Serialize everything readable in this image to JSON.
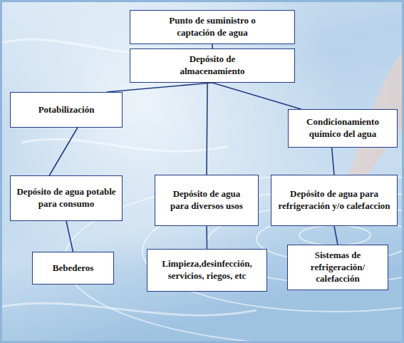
{
  "diagram": {
    "nodes": [
      {
        "text": [
          "Punto de suministro o captación de agua"
        ]
      },
      {
        "text": [
          "Depósito de almacenamiento"
        ]
      },
      {
        "text": [
          "Potabilización"
        ]
      },
      {
        "text": [
          "Condicionamiento químico del agua"
        ]
      },
      {
        "text": [
          "Depósito de agua potable para consumo"
        ]
      },
      {
        "text": [
          "Depósito de agua para diversos usos"
        ]
      },
      {
        "text": [
          "Depósito de agua para refrigeración y/o calefaccion"
        ]
      },
      {
        "text": [
          "Bebederos"
        ]
      },
      {
        "text": [
          "Limpieza,desinfección, servicios, riegos, etc"
        ]
      },
      {
        "text": [
          "Sistemas de refrigeración/ calefacción"
        ]
      }
    ],
    "edges": [
      {
        "from": 0,
        "to": 1,
        "arrow": "none"
      },
      {
        "from": 1,
        "to": 2,
        "arrow": "none"
      },
      {
        "from": 1,
        "to": 5,
        "arrow": "none"
      },
      {
        "from": 1,
        "to": 3,
        "arrow": "none"
      },
      {
        "from": 2,
        "to": 4,
        "arrow": "none"
      },
      {
        "from": 3,
        "to": 6,
        "arrow": "none"
      },
      {
        "from": 4,
        "to": 7,
        "arrow": "none"
      },
      {
        "from": 5,
        "to": 8,
        "arrow": "none"
      },
      {
        "from": 6,
        "to": 9,
        "arrow": "none"
      }
    ]
  }
}
